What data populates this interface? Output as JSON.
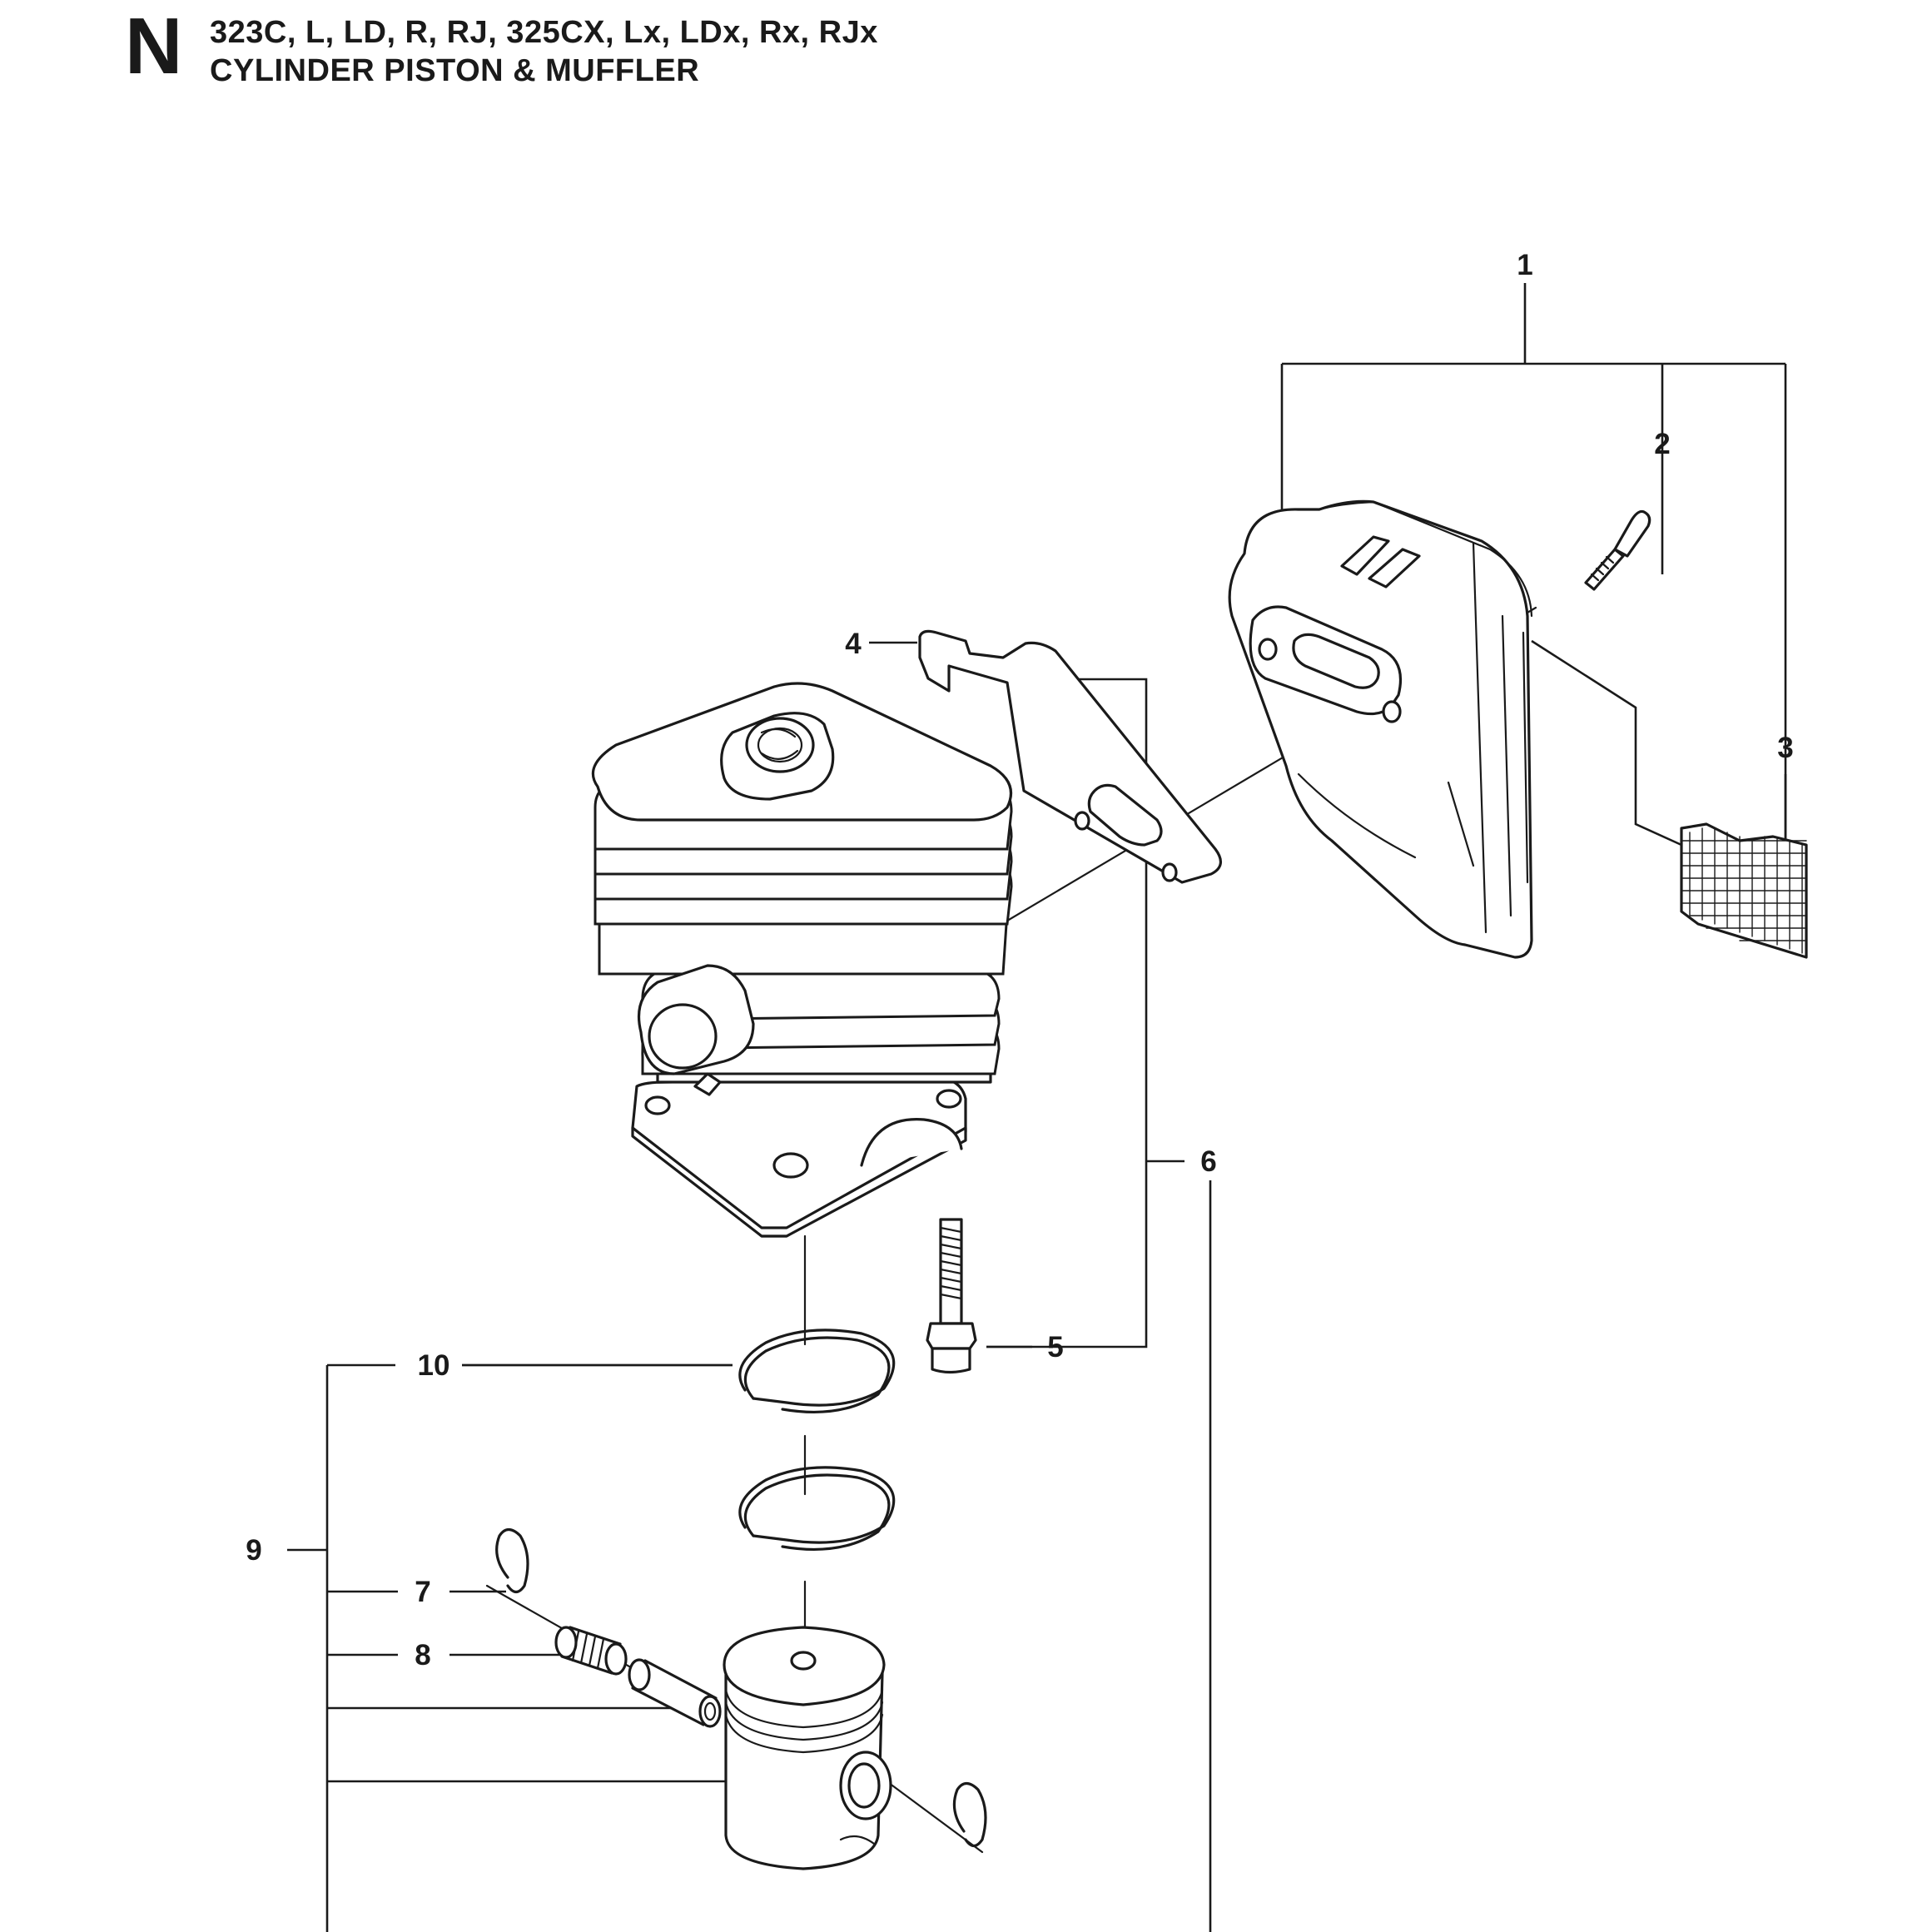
{
  "header": {
    "section_letter": "N",
    "models": "323C, L, LD, R, RJ, 325CX, Lx, LDx, Rx, RJx",
    "title": "CYLINDER PISTON & MUFFLER"
  },
  "callouts": [
    "1",
    "2",
    "3",
    "4",
    "5",
    "6",
    "7",
    "8",
    "9",
    "10"
  ]
}
